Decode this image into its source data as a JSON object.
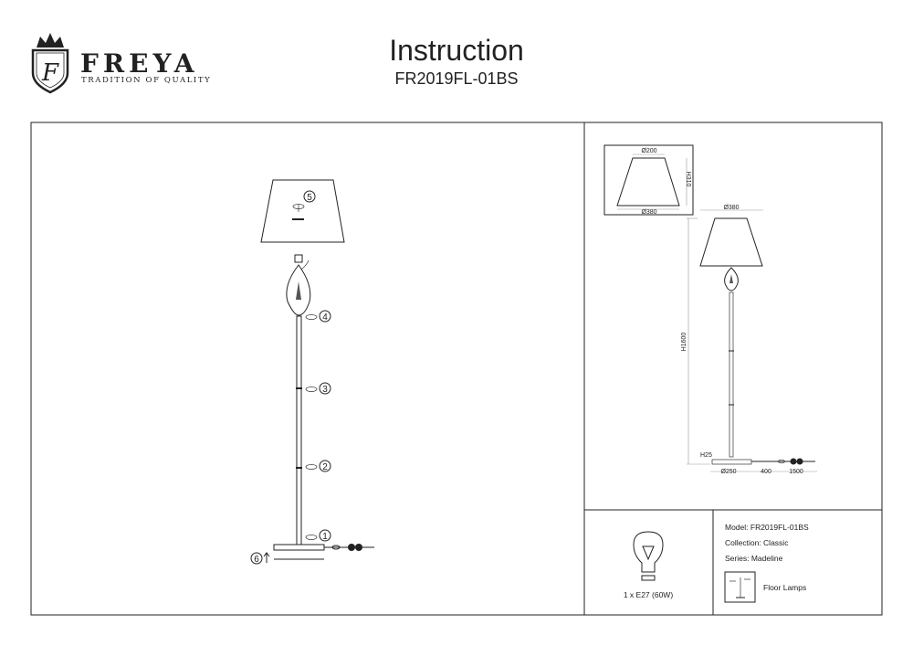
{
  "brand": {
    "name": "FREYA",
    "tagline": "TRADITION OF QUALITY",
    "monogram": "F"
  },
  "header": {
    "title": "Instruction",
    "model_code": "FR2019FL-01BS"
  },
  "assembly": {
    "steps": [
      "1",
      "2",
      "3",
      "4",
      "5",
      "6"
    ]
  },
  "dimensions": {
    "shade_top": "Ø200",
    "shade_bottom": "Ø380",
    "shade_height": "H310",
    "lamp_width": "Ø380",
    "total_height": "H1600",
    "base_height": "H25",
    "base_diameter": "Ø250",
    "cord_switch": "400",
    "cord_length": "1500"
  },
  "bulb": {
    "icon": "light-bulb-icon",
    "spec": "1 x E27 (60W)"
  },
  "info": {
    "model": "Model: FR2019FL-01BS",
    "collection": "Collection: Classic",
    "series": "Series: Madeline",
    "category_icon": "floor-lamp-icon",
    "category": "Floor Lamps"
  }
}
